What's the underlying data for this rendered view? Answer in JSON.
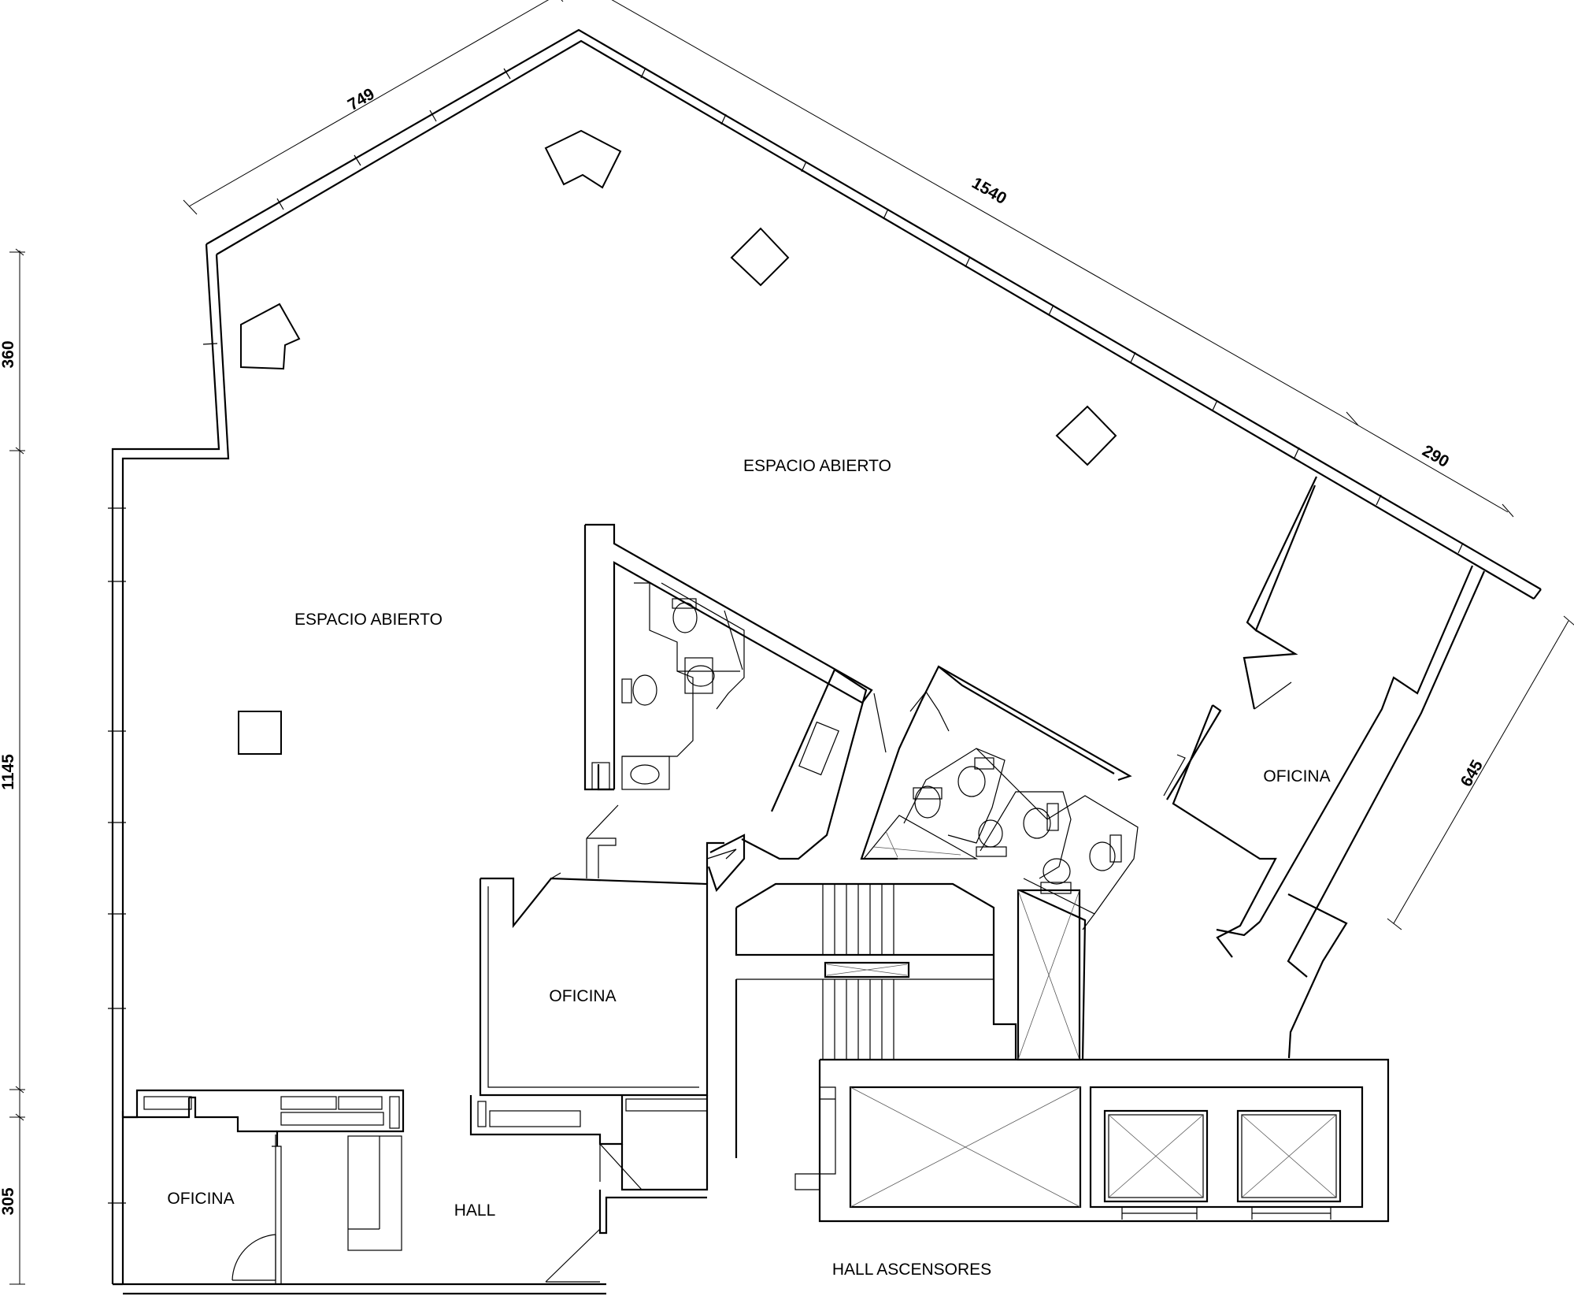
{
  "rooms": {
    "open_space_east": "ESPACIO ABIERTO",
    "open_space_west": "ESPACIO ABIERTO",
    "office_center": "OFICINA",
    "office_east": "OFICINA",
    "office_southwest": "OFICINA",
    "hall": "HALL",
    "elevator_hall": "HALL ASCENSORES"
  },
  "dimensions": {
    "north_west_segment": "749",
    "north_east_segment": "1540",
    "north_east_end": "290",
    "east_segment": "645",
    "west_top": "360",
    "west_middle": "1145",
    "west_bottom": "305"
  },
  "colors": {
    "ink": "#000000",
    "background": "#ffffff"
  }
}
